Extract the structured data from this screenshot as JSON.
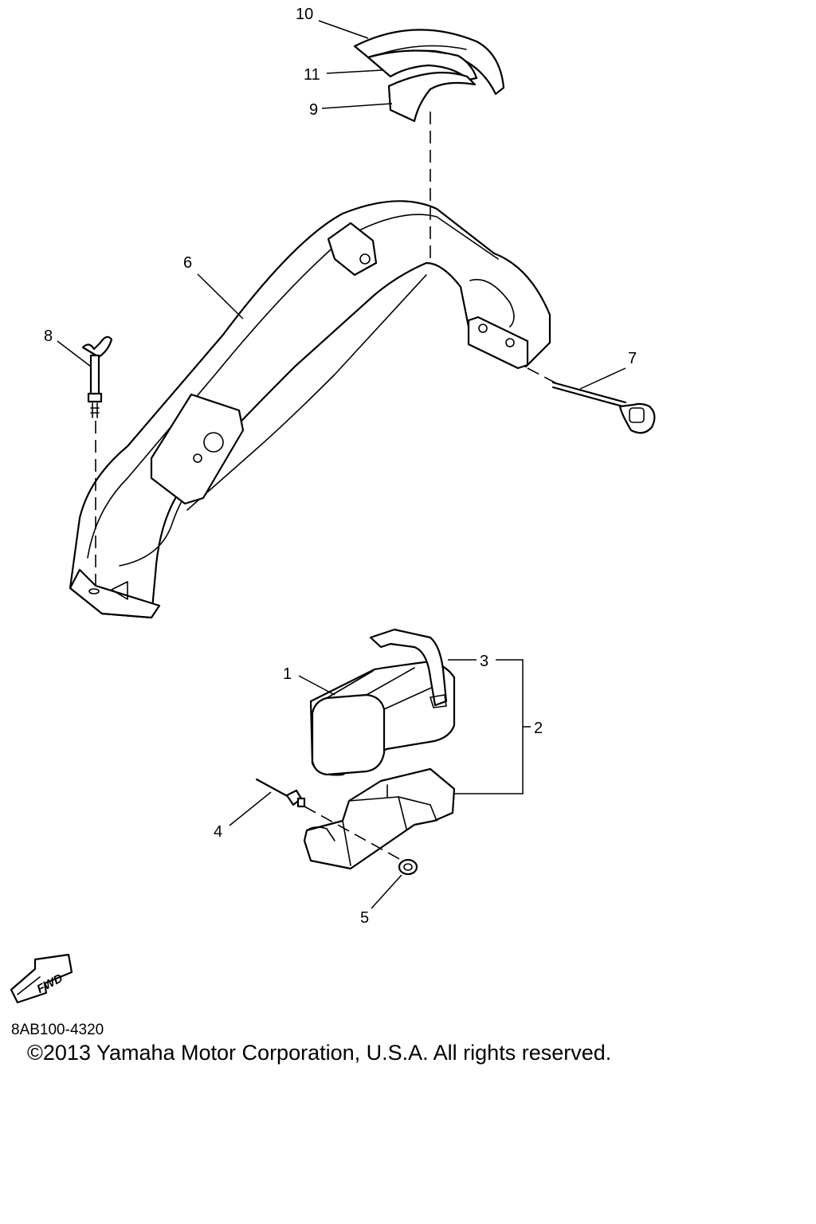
{
  "callouts": {
    "c1": "1",
    "c2": "2",
    "c3": "3",
    "c4": "4",
    "c5": "5",
    "c6": "6",
    "c7": "7",
    "c8": "8",
    "c9": "9",
    "c10": "10",
    "c11": "11"
  },
  "fwd_label": "FWD",
  "diagram_code": "8AB100-4320",
  "copyright": "©2013 Yamaha Motor Corporation, U.S.A. All rights reserved."
}
